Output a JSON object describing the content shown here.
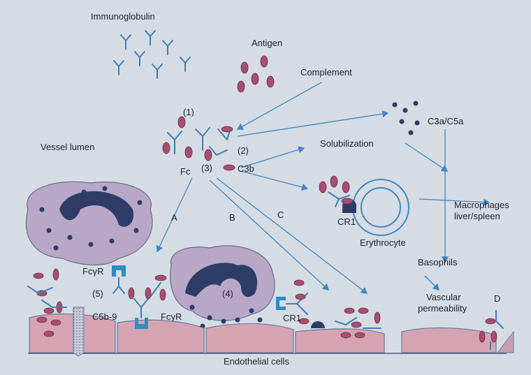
{
  "diagram": {
    "labels": {
      "immunoglobulin": "Immunoglobulin",
      "antigen": "Antigen",
      "complement": "Complement",
      "step1": "(1)",
      "c3a_c5a": "C3a/C5a",
      "vessel_lumen": "Vessel lumen",
      "step2": "(2)",
      "solubilization": "Solubilization",
      "fc": "Fc",
      "step3": "(3)",
      "c3b": "C3b",
      "path_a": "A",
      "path_b": "B",
      "path_c": "C",
      "cr1_top": "CR1",
      "erythrocyte": "Erythrocyte",
      "macrophages_1": "Macrophages",
      "macrophages_2": "liver/spleen",
      "basophils": "Basophils",
      "fcgr_left": "FcγR",
      "step5": "(5)",
      "c5b9": "C5b-9",
      "fcgr_mid": "FcγR",
      "step4": "(4)",
      "cr1_bottom": "CR1",
      "vascular_1": "Vascular",
      "vascular_2": "permeability",
      "path_d": "D",
      "endothelial": "Endothelial cells"
    },
    "colors": {
      "background": "#d5dce4",
      "antigen": "#a54f70",
      "antibody": "#3f7fb8",
      "endothelium": "#d6a3b3",
      "leukocyte": "#b8a7c6",
      "nucleus": "#2d3d68"
    }
  }
}
